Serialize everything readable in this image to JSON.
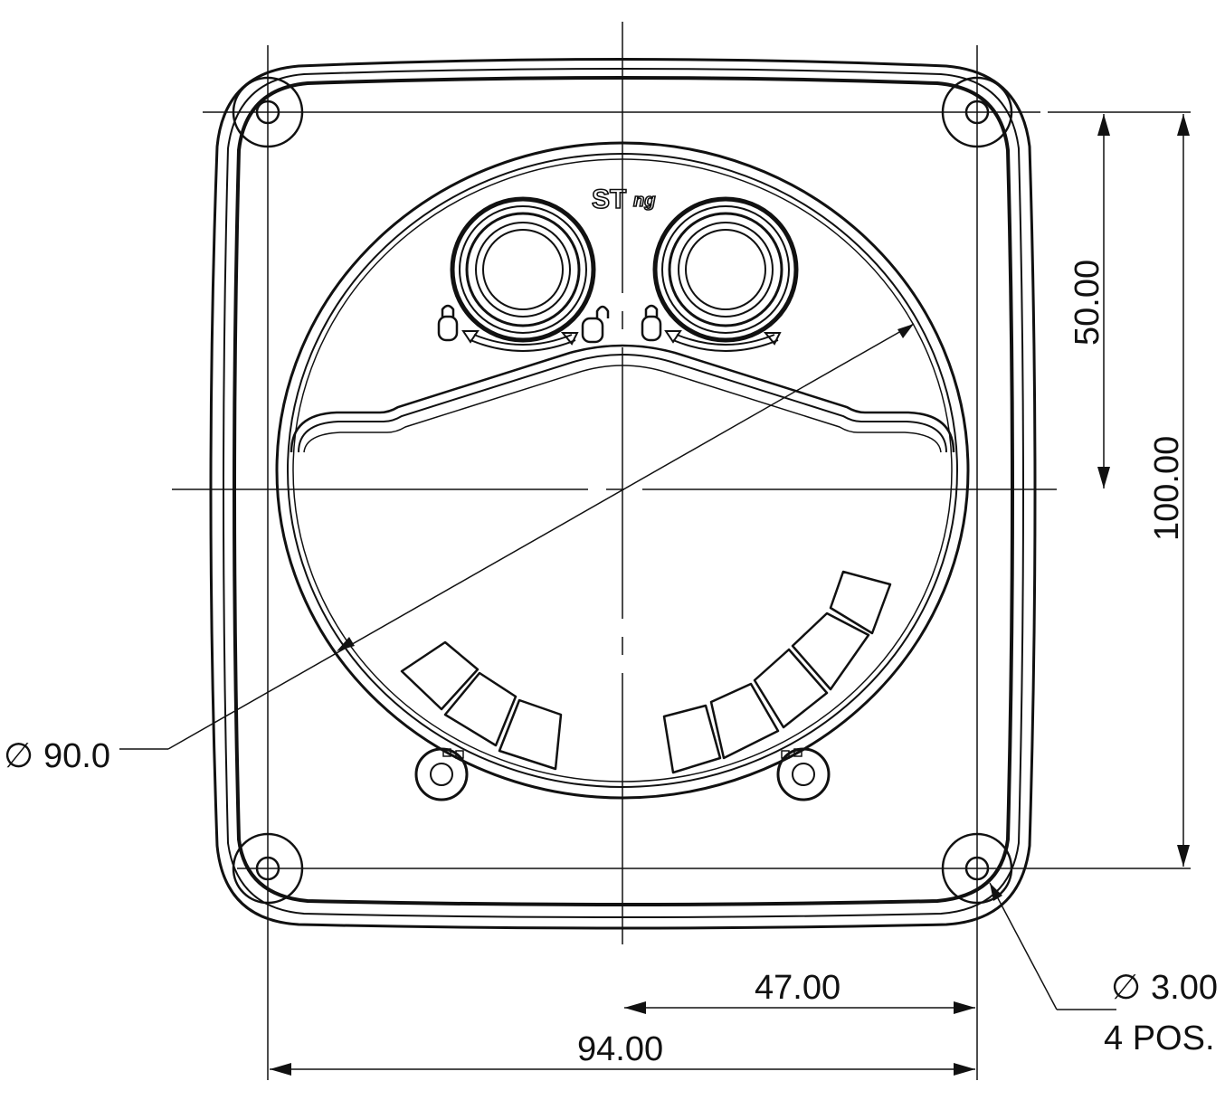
{
  "dimensions": {
    "hole_diameter": "90.0",
    "hole_diameter_symbol": "∅",
    "mounting_hole": "3.00",
    "mounting_hole_symbol": "∅",
    "mounting_hole_count": "4 POS.",
    "half_height": "50.00",
    "full_height": "100.00",
    "half_width": "47.00",
    "full_width": "94.00"
  },
  "logo": {
    "main": "ST",
    "sub": "ng"
  },
  "line_color": "#111111"
}
